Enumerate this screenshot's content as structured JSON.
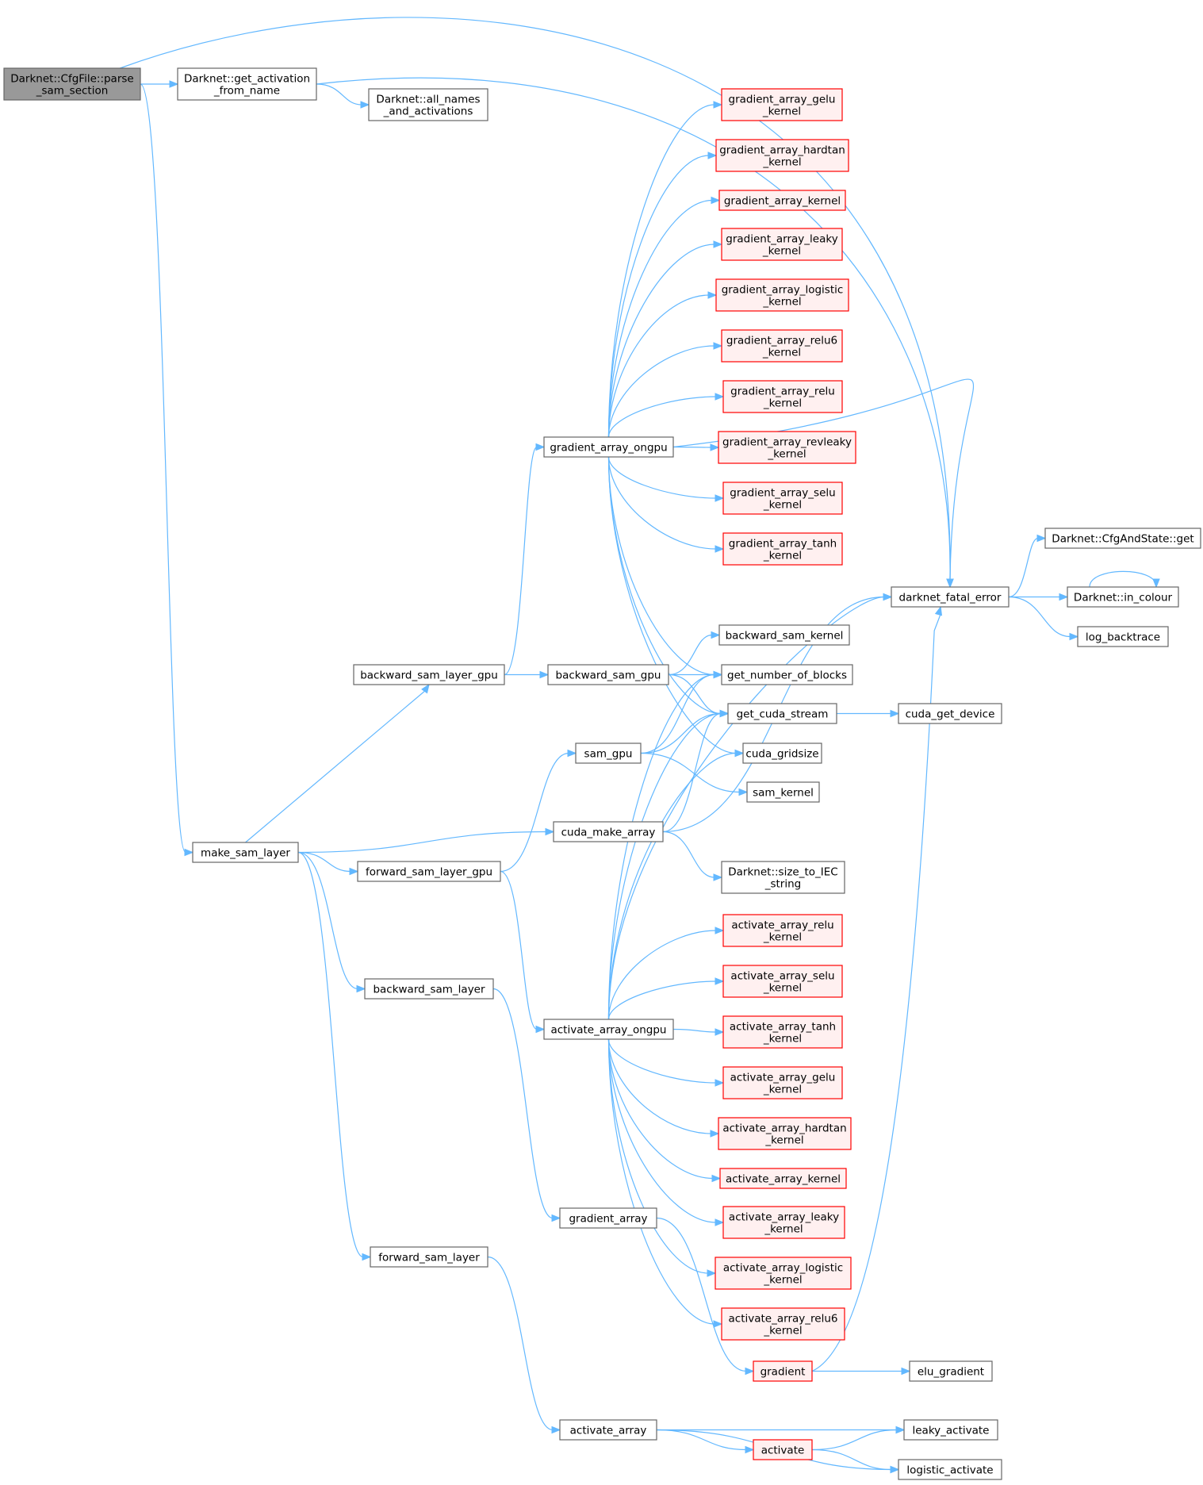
{
  "colors": {
    "edge": "#63b8ff",
    "default_border": "#666666",
    "default_fill": "#ffffff",
    "current_fill": "#999999",
    "current_border": "#666666",
    "truncated_border": "#ff0000",
    "truncated_fill": "#fff0f0"
  },
  "nodes": [
    {
      "id": "parse_sam_section",
      "lines": [
        "Darknet::CfgFile::parse",
        "_sam_section"
      ],
      "style": "current"
    },
    {
      "id": "get_activation_from_name",
      "lines": [
        "Darknet::get_activation",
        "_from_name"
      ],
      "style": "default"
    },
    {
      "id": "all_names_and_activations",
      "lines": [
        "Darknet::all_names",
        "_and_activations"
      ],
      "style": "default"
    },
    {
      "id": "make_sam_layer",
      "lines": [
        "make_sam_layer"
      ],
      "style": "default"
    },
    {
      "id": "backward_sam_layer_gpu",
      "lines": [
        "backward_sam_layer_gpu"
      ],
      "style": "default"
    },
    {
      "id": "forward_sam_layer_gpu",
      "lines": [
        "forward_sam_layer_gpu"
      ],
      "style": "default"
    },
    {
      "id": "backward_sam_layer",
      "lines": [
        "backward_sam_layer"
      ],
      "style": "default"
    },
    {
      "id": "forward_sam_layer",
      "lines": [
        "forward_sam_layer"
      ],
      "style": "default"
    },
    {
      "id": "gradient_array_ongpu",
      "lines": [
        "gradient_array_ongpu"
      ],
      "style": "default"
    },
    {
      "id": "backward_sam_gpu",
      "lines": [
        "backward_sam_gpu"
      ],
      "style": "default"
    },
    {
      "id": "sam_gpu",
      "lines": [
        "sam_gpu"
      ],
      "style": "default"
    },
    {
      "id": "cuda_make_array",
      "lines": [
        "cuda_make_array"
      ],
      "style": "default"
    },
    {
      "id": "activate_array_ongpu",
      "lines": [
        "activate_array_ongpu"
      ],
      "style": "default"
    },
    {
      "id": "gradient_array",
      "lines": [
        "gradient_array"
      ],
      "style": "default"
    },
    {
      "id": "activate_array",
      "lines": [
        "activate_array"
      ],
      "style": "default"
    },
    {
      "id": "gradient_array_gelu_kernel",
      "lines": [
        "gradient_array_gelu",
        "_kernel"
      ],
      "style": "truncated"
    },
    {
      "id": "gradient_array_hardtan_kernel",
      "lines": [
        "gradient_array_hardtan",
        "_kernel"
      ],
      "style": "truncated"
    },
    {
      "id": "gradient_array_kernel",
      "lines": [
        "gradient_array_kernel"
      ],
      "style": "truncated"
    },
    {
      "id": "gradient_array_leaky_kernel",
      "lines": [
        "gradient_array_leaky",
        "_kernel"
      ],
      "style": "truncated"
    },
    {
      "id": "gradient_array_logistic_kernel",
      "lines": [
        "gradient_array_logistic",
        "_kernel"
      ],
      "style": "truncated"
    },
    {
      "id": "gradient_array_relu6_kernel",
      "lines": [
        "gradient_array_relu6",
        "_kernel"
      ],
      "style": "truncated"
    },
    {
      "id": "gradient_array_relu_kernel",
      "lines": [
        "gradient_array_relu",
        "_kernel"
      ],
      "style": "truncated"
    },
    {
      "id": "gradient_array_revleaky_kernel",
      "lines": [
        "gradient_array_revleaky",
        "_kernel"
      ],
      "style": "truncated"
    },
    {
      "id": "gradient_array_selu_kernel",
      "lines": [
        "gradient_array_selu",
        "_kernel"
      ],
      "style": "truncated"
    },
    {
      "id": "gradient_array_tanh_kernel",
      "lines": [
        "gradient_array_tanh",
        "_kernel"
      ],
      "style": "truncated"
    },
    {
      "id": "backward_sam_kernel",
      "lines": [
        "backward_sam_kernel"
      ],
      "style": "default"
    },
    {
      "id": "get_number_of_blocks",
      "lines": [
        "get_number_of_blocks"
      ],
      "style": "default"
    },
    {
      "id": "get_cuda_stream",
      "lines": [
        "get_cuda_stream"
      ],
      "style": "default"
    },
    {
      "id": "cuda_gridsize",
      "lines": [
        "cuda_gridsize"
      ],
      "style": "default"
    },
    {
      "id": "sam_kernel",
      "lines": [
        "sam_kernel"
      ],
      "style": "default"
    },
    {
      "id": "size_to_IEC_string",
      "lines": [
        "Darknet::size_to_IEC",
        "_string"
      ],
      "style": "default"
    },
    {
      "id": "activate_array_relu_kernel",
      "lines": [
        "activate_array_relu",
        "_kernel"
      ],
      "style": "truncated"
    },
    {
      "id": "activate_array_selu_kernel",
      "lines": [
        "activate_array_selu",
        "_kernel"
      ],
      "style": "truncated"
    },
    {
      "id": "activate_array_tanh_kernel",
      "lines": [
        "activate_array_tanh",
        "_kernel"
      ],
      "style": "truncated"
    },
    {
      "id": "activate_array_gelu_kernel",
      "lines": [
        "activate_array_gelu",
        "_kernel"
      ],
      "style": "truncated"
    },
    {
      "id": "activate_array_hardtan_kernel",
      "lines": [
        "activate_array_hardtan",
        "_kernel"
      ],
      "style": "truncated"
    },
    {
      "id": "activate_array_kernel",
      "lines": [
        "activate_array_kernel"
      ],
      "style": "truncated"
    },
    {
      "id": "activate_array_leaky_kernel",
      "lines": [
        "activate_array_leaky",
        "_kernel"
      ],
      "style": "truncated"
    },
    {
      "id": "activate_array_logistic_kernel",
      "lines": [
        "activate_array_logistic",
        "_kernel"
      ],
      "style": "truncated"
    },
    {
      "id": "activate_array_relu6_kernel",
      "lines": [
        "activate_array_relu6",
        "_kernel"
      ],
      "style": "truncated"
    },
    {
      "id": "gradient",
      "lines": [
        "gradient"
      ],
      "style": "truncated"
    },
    {
      "id": "activate",
      "lines": [
        "activate"
      ],
      "style": "truncated"
    },
    {
      "id": "darknet_fatal_error",
      "lines": [
        "darknet_fatal_error"
      ],
      "style": "default"
    },
    {
      "id": "cuda_get_device",
      "lines": [
        "cuda_get_device"
      ],
      "style": "default"
    },
    {
      "id": "elu_gradient",
      "lines": [
        "elu_gradient"
      ],
      "style": "default"
    },
    {
      "id": "leaky_activate",
      "lines": [
        "leaky_activate"
      ],
      "style": "default"
    },
    {
      "id": "logistic_activate",
      "lines": [
        "logistic_activate"
      ],
      "style": "default"
    },
    {
      "id": "cfgandstate_get",
      "lines": [
        "Darknet::CfgAndState::get"
      ],
      "style": "default"
    },
    {
      "id": "in_colour",
      "lines": [
        "Darknet::in_colour"
      ],
      "style": "default"
    },
    {
      "id": "log_backtrace",
      "lines": [
        "log_backtrace"
      ],
      "style": "default"
    }
  ],
  "edges": [
    [
      "parse_sam_section",
      "get_activation_from_name"
    ],
    [
      "parse_sam_section",
      "darknet_fatal_error"
    ],
    [
      "parse_sam_section",
      "make_sam_layer"
    ],
    [
      "get_activation_from_name",
      "all_names_and_activations"
    ],
    [
      "get_activation_from_name",
      "darknet_fatal_error"
    ],
    [
      "make_sam_layer",
      "backward_sam_layer_gpu"
    ],
    [
      "make_sam_layer",
      "cuda_make_array"
    ],
    [
      "make_sam_layer",
      "forward_sam_layer_gpu"
    ],
    [
      "make_sam_layer",
      "backward_sam_layer"
    ],
    [
      "make_sam_layer",
      "forward_sam_layer"
    ],
    [
      "backward_sam_layer_gpu",
      "gradient_array_ongpu"
    ],
    [
      "backward_sam_layer_gpu",
      "backward_sam_gpu"
    ],
    [
      "forward_sam_layer_gpu",
      "sam_gpu"
    ],
    [
      "forward_sam_layer_gpu",
      "activate_array_ongpu"
    ],
    [
      "backward_sam_layer",
      "gradient_array"
    ],
    [
      "forward_sam_layer",
      "activate_array"
    ],
    [
      "gradient_array_ongpu",
      "gradient_array_gelu_kernel"
    ],
    [
      "gradient_array_ongpu",
      "gradient_array_hardtan_kernel"
    ],
    [
      "gradient_array_ongpu",
      "gradient_array_kernel"
    ],
    [
      "gradient_array_ongpu",
      "gradient_array_leaky_kernel"
    ],
    [
      "gradient_array_ongpu",
      "gradient_array_logistic_kernel"
    ],
    [
      "gradient_array_ongpu",
      "gradient_array_relu6_kernel"
    ],
    [
      "gradient_array_ongpu",
      "gradient_array_relu_kernel"
    ],
    [
      "gradient_array_ongpu",
      "gradient_array_revleaky_kernel"
    ],
    [
      "gradient_array_ongpu",
      "gradient_array_selu_kernel"
    ],
    [
      "gradient_array_ongpu",
      "gradient_array_tanh_kernel"
    ],
    [
      "gradient_array_ongpu",
      "darknet_fatal_error"
    ],
    [
      "gradient_array_ongpu",
      "get_number_of_blocks"
    ],
    [
      "gradient_array_ongpu",
      "get_cuda_stream"
    ],
    [
      "gradient_array_ongpu",
      "cuda_gridsize"
    ],
    [
      "backward_sam_gpu",
      "backward_sam_kernel"
    ],
    [
      "backward_sam_gpu",
      "get_number_of_blocks"
    ],
    [
      "backward_sam_gpu",
      "get_cuda_stream"
    ],
    [
      "sam_gpu",
      "get_number_of_blocks"
    ],
    [
      "sam_gpu",
      "get_cuda_stream"
    ],
    [
      "sam_gpu",
      "sam_kernel"
    ],
    [
      "cuda_make_array",
      "get_cuda_stream"
    ],
    [
      "cuda_make_array",
      "darknet_fatal_error"
    ],
    [
      "cuda_make_array",
      "size_to_IEC_string"
    ],
    [
      "activate_array_ongpu",
      "activate_array_relu_kernel"
    ],
    [
      "activate_array_ongpu",
      "activate_array_selu_kernel"
    ],
    [
      "activate_array_ongpu",
      "activate_array_tanh_kernel"
    ],
    [
      "activate_array_ongpu",
      "activate_array_gelu_kernel"
    ],
    [
      "activate_array_ongpu",
      "activate_array_hardtan_kernel"
    ],
    [
      "activate_array_ongpu",
      "activate_array_kernel"
    ],
    [
      "activate_array_ongpu",
      "activate_array_leaky_kernel"
    ],
    [
      "activate_array_ongpu",
      "activate_array_logistic_kernel"
    ],
    [
      "activate_array_ongpu",
      "activate_array_relu6_kernel"
    ],
    [
      "activate_array_ongpu",
      "get_number_of_blocks"
    ],
    [
      "activate_array_ongpu",
      "get_cuda_stream"
    ],
    [
      "activate_array_ongpu",
      "cuda_gridsize"
    ],
    [
      "activate_array_ongpu",
      "darknet_fatal_error"
    ],
    [
      "gradient_array",
      "gradient"
    ],
    [
      "activate_array",
      "leaky_activate"
    ],
    [
      "activate_array",
      "activate"
    ],
    [
      "activate_array",
      "logistic_activate"
    ],
    [
      "activate",
      "leaky_activate"
    ],
    [
      "activate",
      "logistic_activate"
    ],
    [
      "gradient",
      "elu_gradient"
    ],
    [
      "gradient",
      "darknet_fatal_error"
    ],
    [
      "get_cuda_stream",
      "cuda_get_device"
    ],
    [
      "darknet_fatal_error",
      "cfgandstate_get"
    ],
    [
      "darknet_fatal_error",
      "in_colour"
    ],
    [
      "darknet_fatal_error",
      "log_backtrace"
    ],
    [
      "in_colour",
      "in_colour"
    ]
  ]
}
